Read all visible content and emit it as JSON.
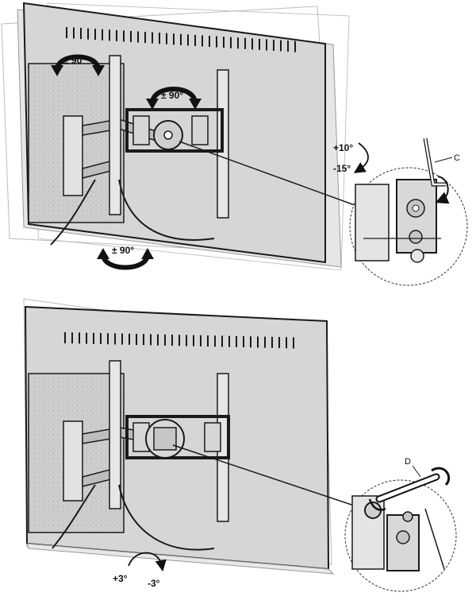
{
  "figure1": {
    "swivel_top_left": "± 90°",
    "swivel_top_center": "± 90°",
    "swivel_bottom": "± 90°",
    "tilt_up": "+10°",
    "tilt_down": "-15°",
    "callout_label": "C"
  },
  "figure2": {
    "level_plus": "+3°",
    "level_minus": "-3°",
    "callout_label": "D"
  },
  "colors": {
    "screen_fill": "#ebebeb",
    "tv_back": "#d6d6d6",
    "wall": "#cfcfcf",
    "outline": "#1a1a1a"
  }
}
